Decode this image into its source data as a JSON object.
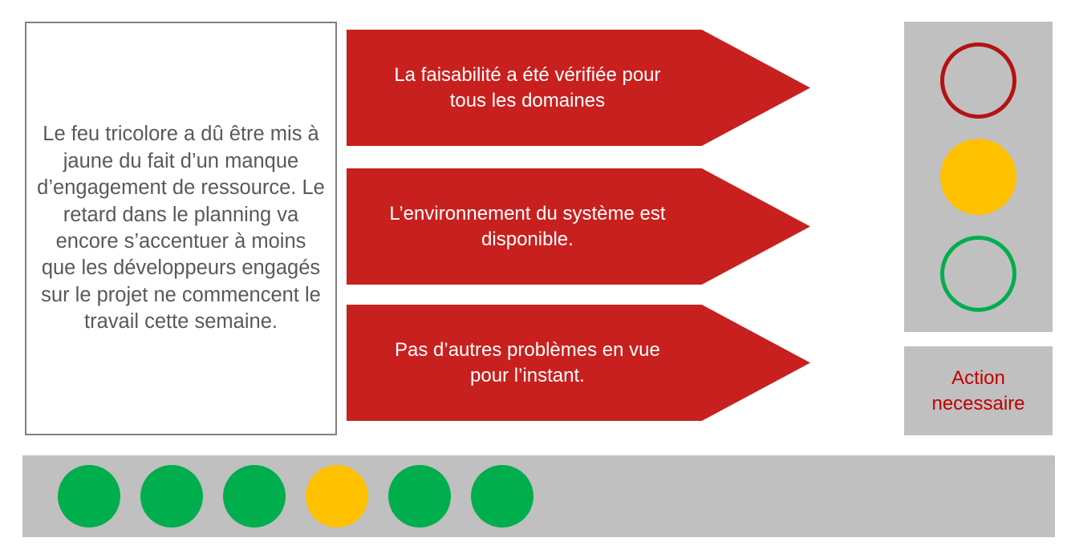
{
  "colors": {
    "arrow_red": "#C8201E",
    "panel_gray": "#C0C0C0",
    "status_green": "#00AE4D",
    "status_amber": "#FFC000",
    "status_red": "#B51212",
    "action_text_red": "#C00000",
    "body_text_gray": "#595959",
    "box_border_gray": "#808080"
  },
  "commentary": {
    "text": "Le feu tricolore a dû être mis à jaune du fait d’un manque d’engagement de ressource. Le retard dans le planning va encore s’accentuer à moins que les développeurs engagés sur le projet ne commencent le travail cette semaine."
  },
  "arrows": [
    {
      "label": "La faisabilité a été vérifiée pour tous les domaines"
    },
    {
      "label": "L’environnement du système est disponible."
    },
    {
      "label": "Pas d’autres problèmes en vue pour l’instant."
    }
  ],
  "traffic_light": {
    "lights": [
      {
        "name": "red",
        "state": "off"
      },
      {
        "name": "amber",
        "state": "on"
      },
      {
        "name": "green",
        "state": "off"
      }
    ]
  },
  "action": {
    "text": "Action necessaire"
  },
  "trend": {
    "dots": [
      {
        "status": "green"
      },
      {
        "status": "green"
      },
      {
        "status": "green"
      },
      {
        "status": "amber"
      },
      {
        "status": "green"
      },
      {
        "status": "green"
      }
    ]
  }
}
